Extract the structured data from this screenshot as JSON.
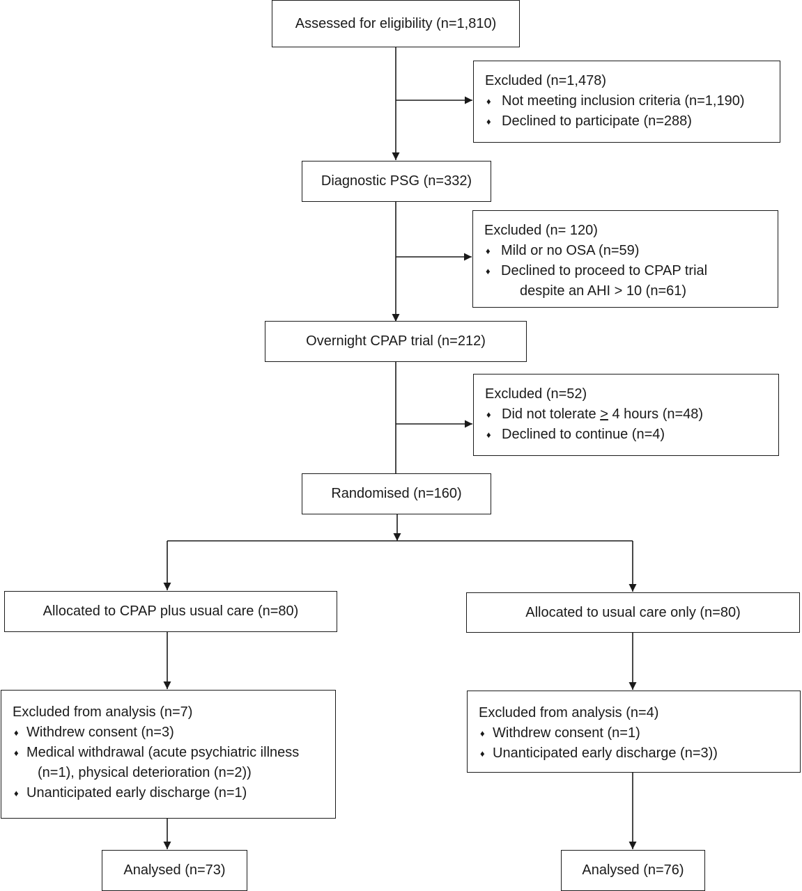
{
  "colors": {
    "line": "#1a1a1a",
    "background": "#ffffff"
  },
  "assessed": "Assessed for eligibility (n=1,810)",
  "excluded1": {
    "title": "Excluded (n=1,478)",
    "items": [
      "Not meeting inclusion criteria (n=1,190)",
      "Declined to participate (n=288)"
    ]
  },
  "psg": "Diagnostic PSG (n=332)",
  "excluded2": {
    "title": "Excluded (n= 120)",
    "items": [
      "Mild or no OSA (n=59)",
      "Declined to proceed to CPAP trial"
    ],
    "continuation": "despite an AHI > 10 (n=61)"
  },
  "cpap_trial": "Overnight CPAP trial (n=212)",
  "excluded3": {
    "title": "Excluded (n=52)",
    "item1_pre": "Did not tolerate ",
    "item1_sym": ">",
    "item1_post": " 4 hours (n=48)",
    "item2": "Declined to continue (n=4)"
  },
  "randomised": "Randomised (n=160)",
  "left": {
    "allocated": "Allocated to CPAP plus usual care (n=80)",
    "excluded": {
      "title": "Excluded from analysis (n=7)",
      "item1": "Withdrew consent (n=3)",
      "item2": "Medical withdrawal (acute psychiatric illness",
      "item2_cont": "(n=1), physical deterioration (n=2))",
      "item3": "Unanticipated early discharge (n=1)"
    },
    "analysed": "Analysed (n=73)"
  },
  "right": {
    "allocated": "Allocated to usual care only (n=80)",
    "excluded": {
      "title": "Excluded from analysis (n=4)",
      "item1": "Withdrew consent (n=1)",
      "item2": "Unanticipated early discharge (n=3))"
    },
    "analysed": "Analysed (n=76)"
  }
}
